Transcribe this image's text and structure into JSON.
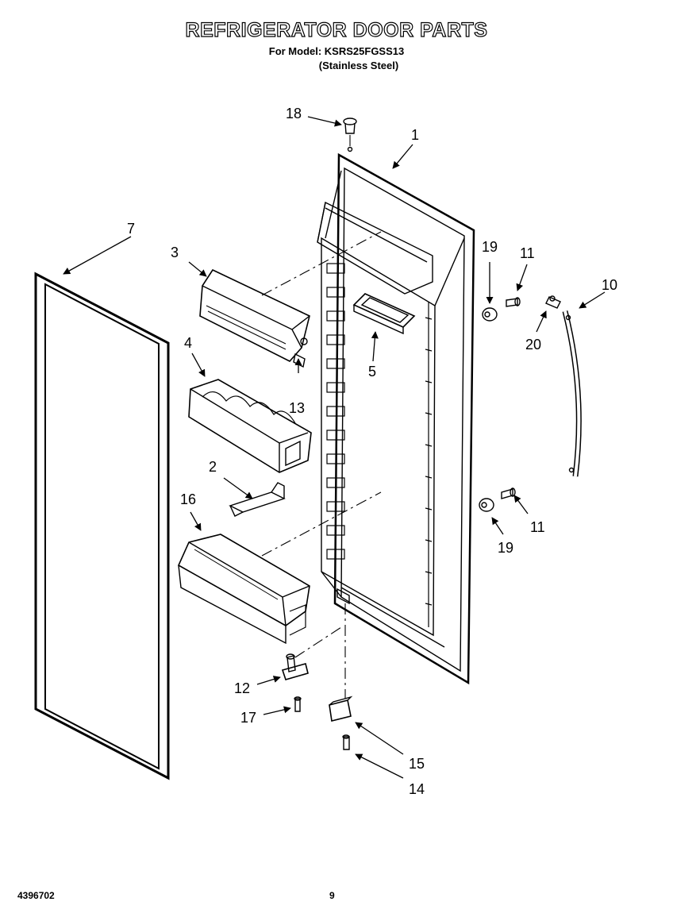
{
  "header": {
    "title": "REFRIGERATOR DOOR PARTS",
    "model_line": "For Model: KSRS25FGSS13",
    "finish_line": "(Stainless Steel)"
  },
  "callouts": {
    "c1": "1",
    "c2": "2",
    "c3": "3",
    "c4": "4",
    "c5": "5",
    "c7": "7",
    "c10": "10",
    "c11a": "11",
    "c11b": "11",
    "c12": "12",
    "c13": "13",
    "c14": "14",
    "c15": "15",
    "c16": "16",
    "c17": "17",
    "c18": "18",
    "c19a": "19",
    "c19b": "19",
    "c20": "20"
  },
  "footer": {
    "part_number": "4396702",
    "page_number": "9"
  }
}
